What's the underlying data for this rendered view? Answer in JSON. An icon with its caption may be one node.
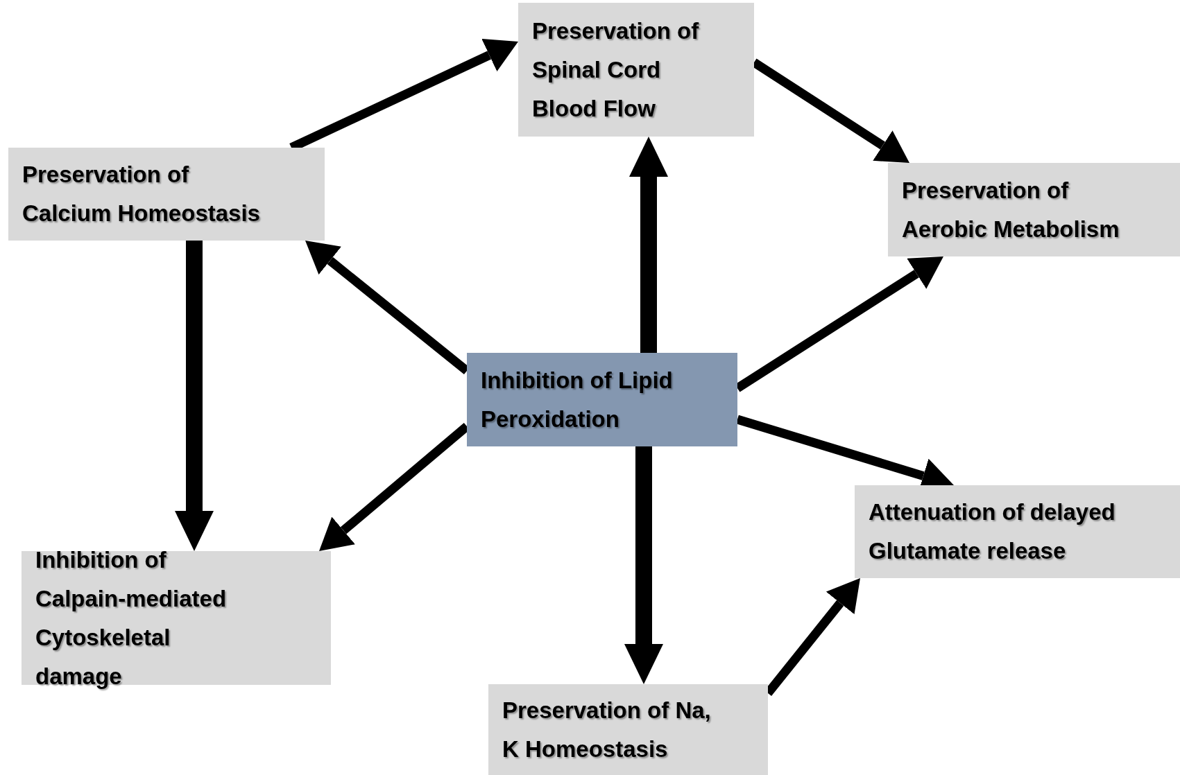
{
  "diagram": {
    "nodes": [
      {
        "text": [
          "Inhibition of Lipid Peroxidation"
        ]
      },
      {
        "text": [
          "Preservation of Spinal Cord Blood Flow"
        ]
      },
      {
        "text": [
          "Preservation of Calcium Homeostasis"
        ]
      },
      {
        "text": [
          "Preservation of Aerobic Metabolism"
        ]
      },
      {
        "text": [
          "Inhibition of Calpain-mediated Cytoskeletal damage"
        ]
      },
      {
        "text": [
          "Attenuation of delayed Glutamate release"
        ]
      },
      {
        "text": [
          "Preservation of Na, K Homeostasis"
        ]
      }
    ],
    "edges": [
      {
        "from": 0,
        "to": 1,
        "arrow": "to",
        "style": "thick"
      },
      {
        "from": 0,
        "to": 2,
        "arrow": "to"
      },
      {
        "from": 0,
        "to": 4,
        "arrow": "to"
      },
      {
        "from": 0,
        "to": 6,
        "arrow": "to",
        "style": "thick"
      },
      {
        "from": 0,
        "to": 3,
        "arrow": "to"
      },
      {
        "from": 0,
        "to": 5,
        "arrow": "to"
      },
      {
        "from": 2,
        "to": 1,
        "arrow": "to"
      },
      {
        "from": 1,
        "to": 3,
        "arrow": "to"
      },
      {
        "from": 2,
        "to": 4,
        "arrow": "to",
        "style": "thick"
      },
      {
        "from": 6,
        "to": 5,
        "arrow": "to"
      }
    ]
  }
}
